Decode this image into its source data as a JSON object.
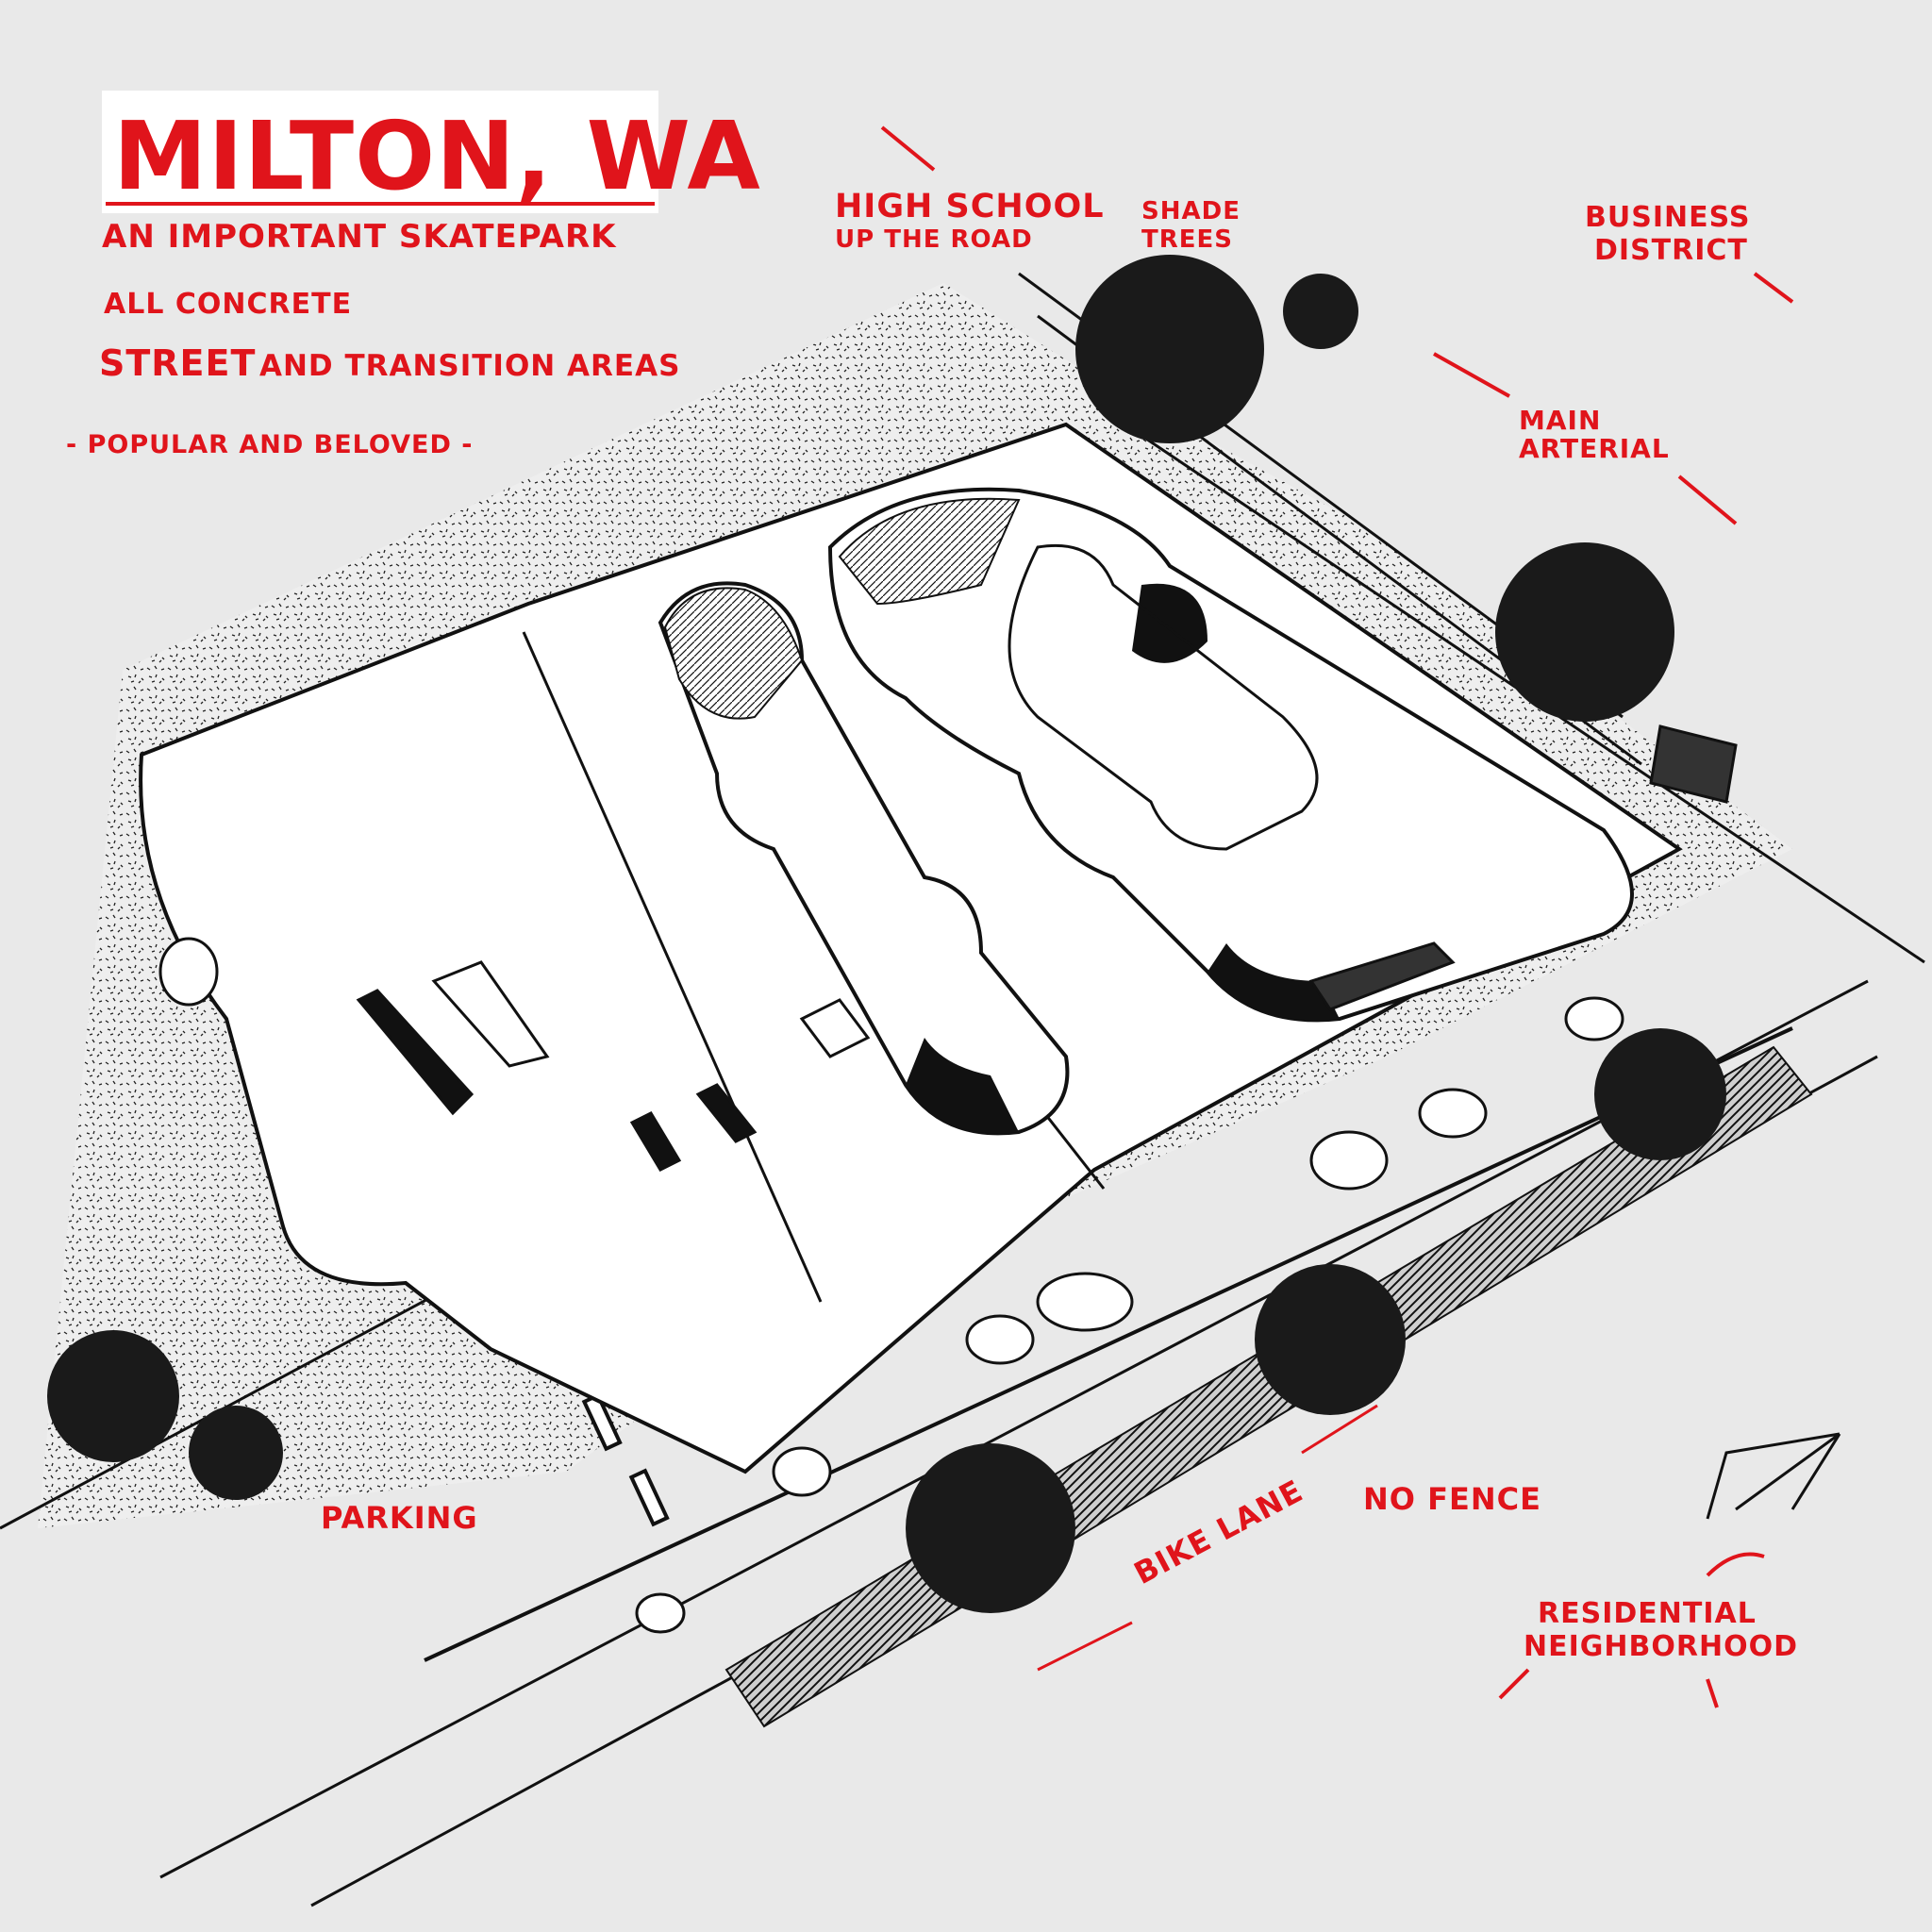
{
  "title": "MILTON, WA",
  "notes": {
    "subtitle": "AN IMPORTANT SKATEPARK",
    "material": "ALL CONCRETE",
    "areas_street": "STREET",
    "areas_rest": "AND TRANSITION AREAS",
    "popular": "- POPULAR AND BELOVED -"
  },
  "labels": {
    "high_school_1": "HIGH SCHOOL",
    "high_school_2": "UP THE ROAD",
    "shade_1": "SHADE",
    "shade_2": "TREES",
    "business_1": "BUSINESS",
    "business_2": "DISTRICT",
    "arterial_1": "MAIN",
    "arterial_2": "ARTERIAL",
    "parking": "PARKING",
    "bike_lane": "BIKE LANE",
    "no_fence": "NO FENCE",
    "residential_1": "RESIDENTIAL",
    "residential_2": "NEIGHBORHOOD"
  },
  "colors": {
    "annotation": "#e0141b",
    "background": "#e9e9e9",
    "ink": "#111111"
  },
  "icons": {
    "north_arrow": "north-arrow-icon"
  }
}
